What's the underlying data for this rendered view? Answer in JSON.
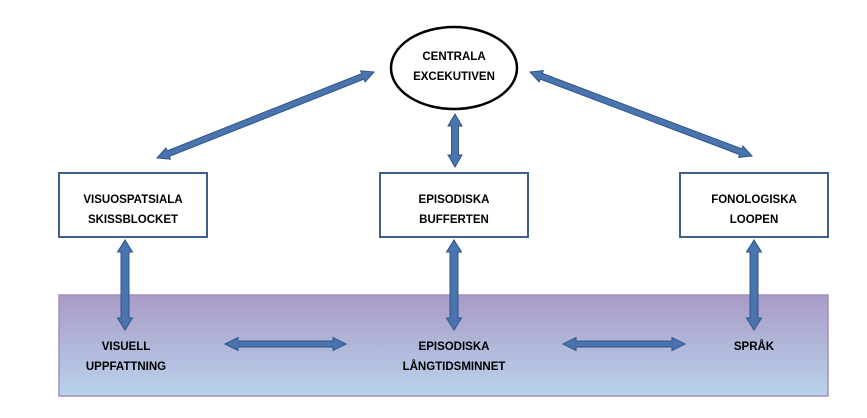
{
  "diagram": {
    "central": {
      "line1": "CENTRALA",
      "line2": "EXCEKUTIVEN"
    },
    "boxes": {
      "visuospatial": {
        "line1": "VISUOSPATSIALA",
        "line2": "SKISSBLOCKET"
      },
      "episodic_buffer": {
        "line1": "EPISODISKA",
        "line2": "BUFFERTEN"
      },
      "phonological": {
        "line1": "FONOLOGISKA",
        "line2": "LOOPEN"
      }
    },
    "ltm_band": {
      "visual": {
        "line1": "VISUELL",
        "line2": "UPPFATTNING"
      },
      "episodic_ltm": {
        "line1": "EPISODISKA",
        "line2": "LÅNGTIDSMINNET"
      },
      "language": {
        "line1": "SPRÅK"
      }
    }
  },
  "colors": {
    "arrow_fill": "#4a74ae",
    "arrow_outline": "#2f5589",
    "box_border": "#3d5f8c",
    "band_top": "#a99bc6",
    "band_bottom": "#b9d3ec",
    "band_border": "#a48dbd"
  }
}
